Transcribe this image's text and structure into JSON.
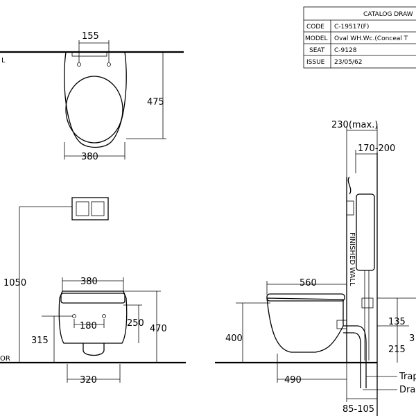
{
  "title_block": {
    "title": "CATALOG DRAW",
    "rows": [
      {
        "key": "CODE",
        "value": "C-19517(F)"
      },
      {
        "key": "MODEL",
        "value": "Oval WH.Wc.(Conceal T"
      },
      {
        "key": "SEAT",
        "value": "C-9128"
      },
      {
        "key": "ISSUE",
        "value": "23/05/62"
      }
    ]
  },
  "top_view": {
    "dim_top": "155",
    "dim_right": "475",
    "dim_bottom": "380",
    "wall_label_fragment": "L"
  },
  "front_view": {
    "dim_width_top": "380",
    "dim_holes": "180",
    "dim_250": "250",
    "dim_470": "470",
    "dim_315": "315",
    "dim_1050": "1050",
    "dim_bottom": "320",
    "floor_label_fragment": "OR"
  },
  "side_view": {
    "dim_max": "230(max.)",
    "dim_170_200": "170-200",
    "finished_wall_label": "FINISHED WALL",
    "dim_560": "560",
    "dim_400": "400",
    "dim_490": "490",
    "dim_135": "135",
    "dim_3_fragment": "3",
    "dim_215": "215",
    "dim_85_105": "85-105",
    "trap_label": "Trap",
    "drain_label": "Drai"
  }
}
